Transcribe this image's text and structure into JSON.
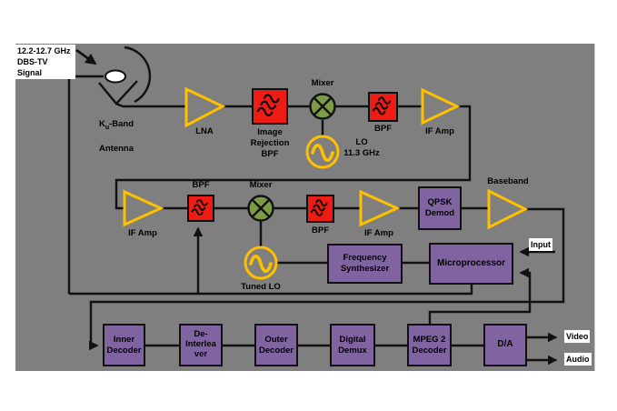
{
  "title": "DBS-TV receiver block diagram",
  "colors": {
    "background_gray": "#7f7f7f",
    "filter_red": "#ee1c14",
    "block_purple": "#8064a2",
    "amplifier_gold": "#ffc000",
    "mixer_green": "#7d9b44",
    "wire_black": "#111111",
    "label_white_bg": "#ffffff"
  },
  "source": {
    "signal_label": "12.2-12.7 GHz\nDBS-TV Signal"
  },
  "antenna": {
    "k": "K",
    "sub": "u",
    "rest": "-Band",
    "line2": "Antenna"
  },
  "row1": {
    "lna_label": "LNA",
    "image_rejection_bpf_label": "Image\nRejection\nBPF",
    "mixer_label": "Mixer",
    "lo_label": "LO\n11.3 GHz",
    "bpf_label": "BPF",
    "if_amp_label": "IF Amp"
  },
  "row2": {
    "if_amp_in_label": "IF Amp",
    "bpf_in_label": "BPF",
    "mixer_label": "Mixer",
    "tuned_lo_label": "Tuned LO",
    "bpf_out_label": "BPF",
    "if_amp_out_label": "IF Amp",
    "qpsk_demod_label": "QPSK\nDemod",
    "baseband_label": "Baseband"
  },
  "control": {
    "frequency_synthesizer_label": "Frequency\nSynthesizer",
    "microprocessor_label": "Microprocessor",
    "input_label": "Input"
  },
  "row3": {
    "inner_decoder": "Inner\nDecoder",
    "de_interleaver": "De-\nInterlea\nver",
    "outer_decoder": "Outer\nDecoder",
    "digital_demux": "Digital\nDemux",
    "mpeg2_decoder": "MPEG 2\nDecoder",
    "da_converter": "D/A"
  },
  "outputs": {
    "video": "Video",
    "audio": "Audio"
  }
}
